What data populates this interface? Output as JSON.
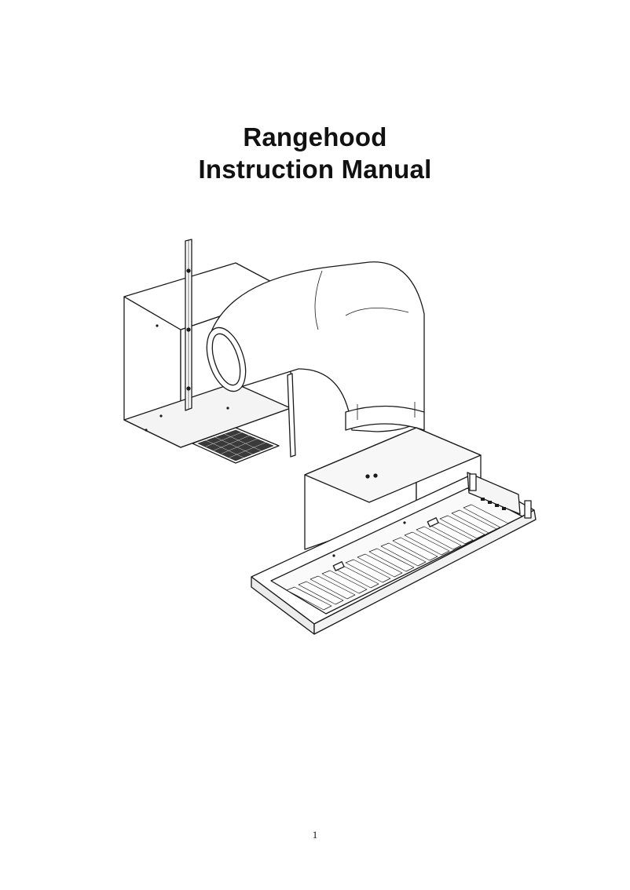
{
  "document": {
    "title_line1": "Rangehood",
    "title_line2": "Instruction Manual",
    "page_number": "1"
  },
  "illustration": {
    "subject": "rangehood-with-duct-and-blower-box",
    "stroke_color": "#1a1a1a",
    "fill_color": "#ffffff"
  }
}
